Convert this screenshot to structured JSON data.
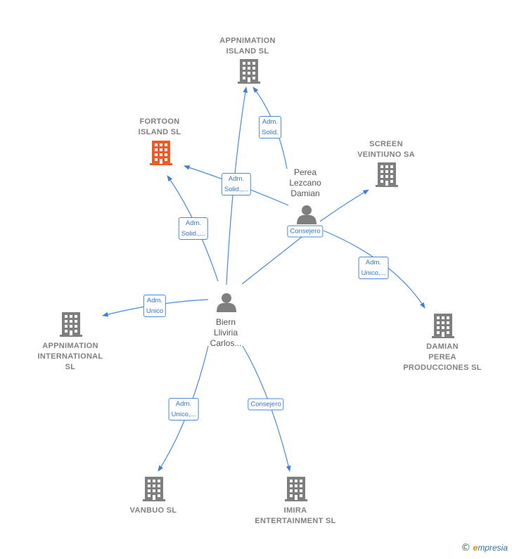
{
  "companies": {
    "appnimation_island": [
      "APPNIMATION",
      "ISLAND  SL"
    ],
    "fortoon_island": [
      "FORTOON",
      "ISLAND  SL"
    ],
    "screen_veintiuno": [
      "SCREEN",
      "VEINTIUNO SA"
    ],
    "appnimation_international": [
      "APPNIMATION",
      "INTERNATIONAL",
      "SL"
    ],
    "damian_perea": [
      "DAMIAN",
      "PEREA",
      "PRODUCCIONES SL"
    ],
    "vanbuo": [
      "VANBUO  SL"
    ],
    "imira": [
      "IMIRA",
      "ENTERTAINMENT SL"
    ]
  },
  "persons": {
    "perea": [
      "Perea",
      "Lezcano",
      "Damian"
    ],
    "biern": [
      "Biern",
      "Lliviria",
      "Carlos..."
    ]
  },
  "relations": {
    "perea_appnimation_island": [
      "Adm.",
      "Solid."
    ],
    "biern_appnimation_island": [
      "Adm.",
      "Solid.,..."
    ],
    "biern_fortoon": [
      "Adm.",
      "Solid.,..."
    ],
    "perea_consejero": [
      "Consejero"
    ],
    "perea_damian": [
      "Adm.",
      "Unico,..."
    ],
    "biern_appnimation_international": [
      "Adm.",
      "Unico"
    ],
    "biern_vanbuo": [
      "Adm.",
      "Unico,..."
    ],
    "biern_imira": [
      "Consejero"
    ]
  },
  "colors": {
    "edge": "#4a8ad6",
    "building": "#7f7f7f",
    "building_highlight": "#f05a28",
    "person": "#7f7f7f"
  },
  "branding": {
    "copyright": "©",
    "e": "e",
    "rest": "mpresia"
  }
}
